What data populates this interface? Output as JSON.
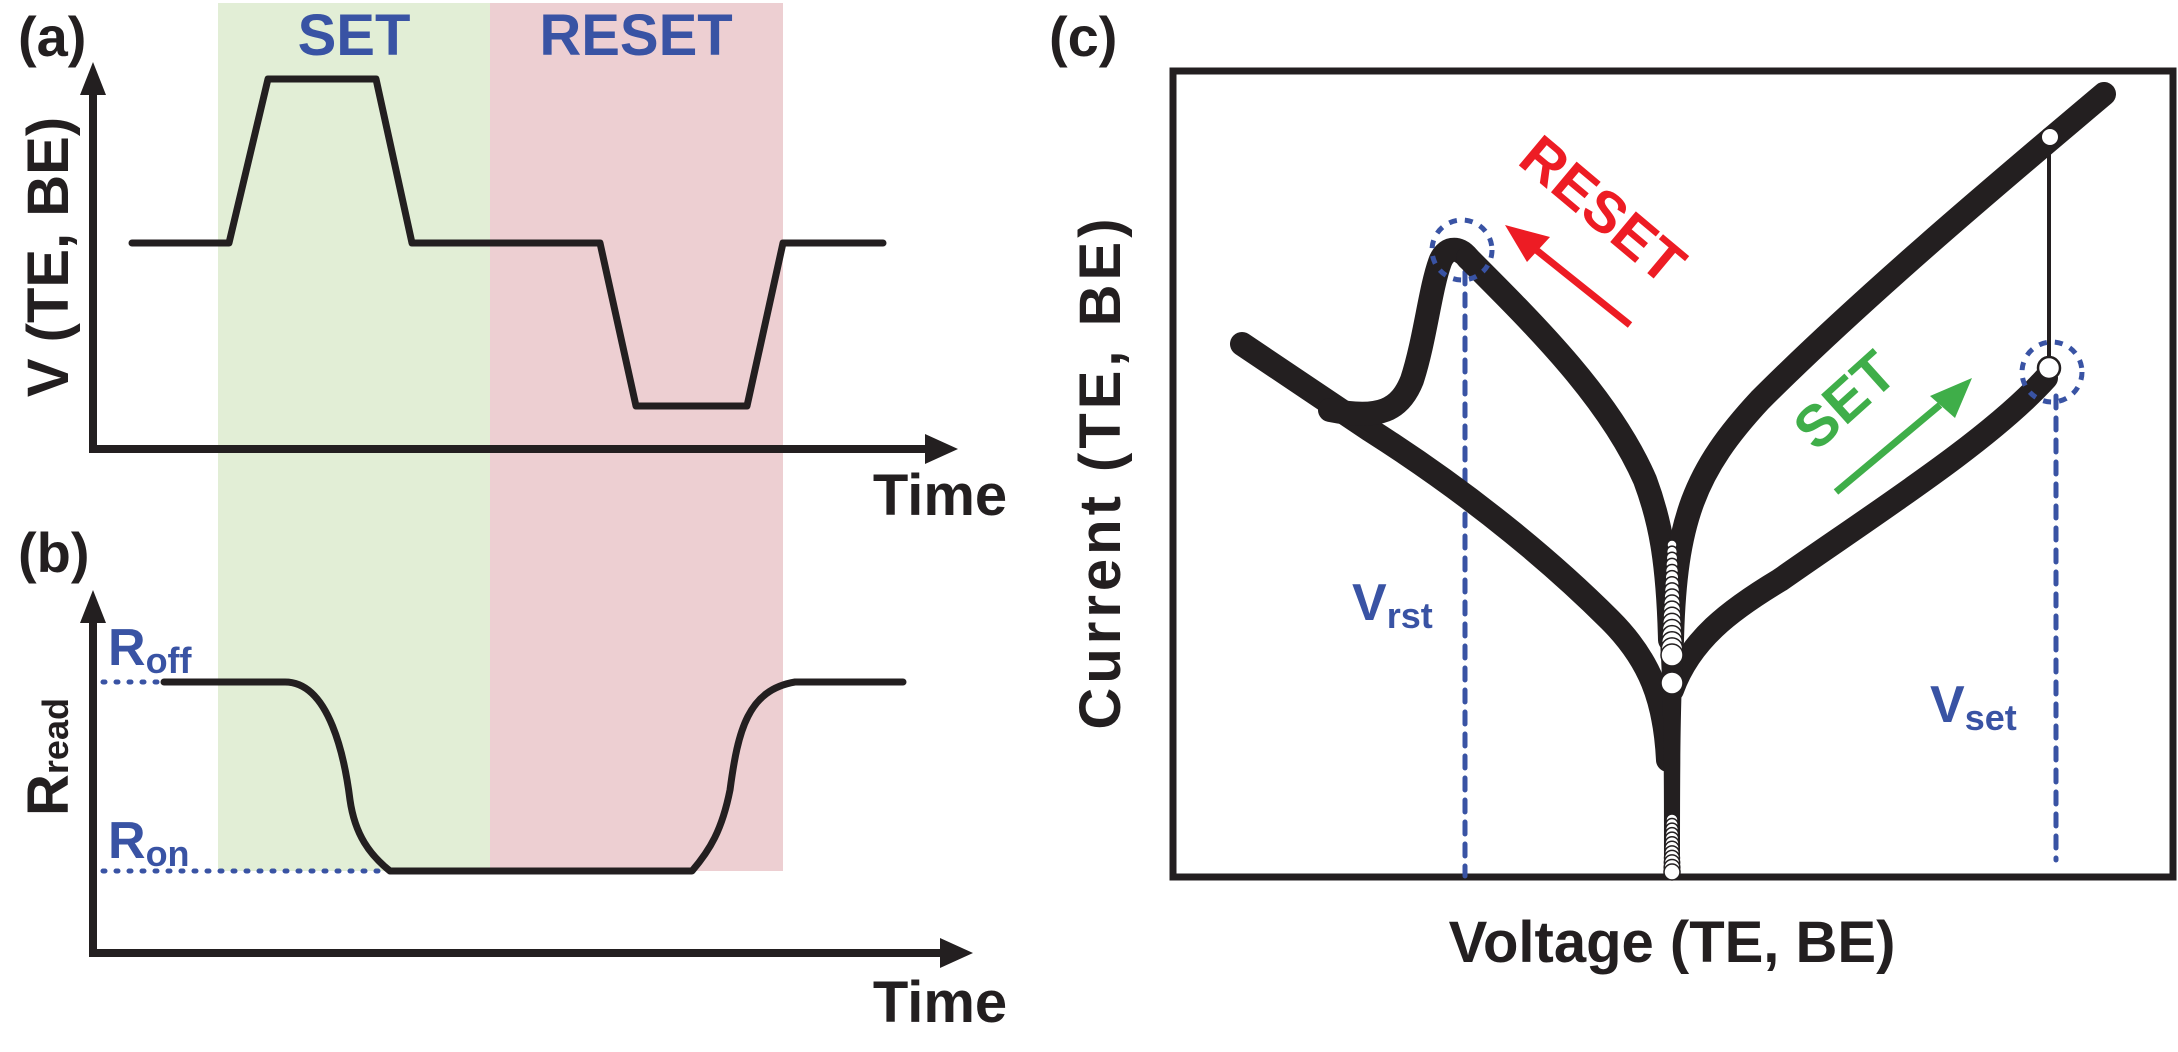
{
  "colors": {
    "set_band": "#e2eed6",
    "reset_band": "#edcfd2",
    "label_blue": "#3953a4",
    "reset_red": "#ed1c24",
    "set_green": "#3fae49",
    "ink": "#231f20"
  },
  "panel_a": {
    "tag": "(a)",
    "ylabel": "V (TE, BE)",
    "xlabel": "Time",
    "phases": [
      {
        "name": "SET",
        "label": "SET"
      },
      {
        "name": "RESET",
        "label": "RESET"
      }
    ],
    "waveform": {
      "description": "positive trapezoidal pulse during SET, negative trapezoidal pulse during RESET",
      "levels": {
        "baseline": 0,
        "set_pulse": 1,
        "reset_pulse": -1
      }
    }
  },
  "panel_b": {
    "tag": "(b)",
    "ylabel_main": "R",
    "ylabel_sub": "read",
    "xlabel": "Time",
    "level_high": {
      "main": "R",
      "sub": "off"
    },
    "level_low": {
      "main": "R",
      "sub": "on"
    },
    "trace": {
      "description": "R_off → R_on during SET, R_on → R_off during RESET"
    }
  },
  "panel_c": {
    "tag": "(c)",
    "ylabel": "Current (TE, BE)",
    "xlabel": "Voltage (TE, BE)",
    "set_arrow_label": "SET",
    "reset_arrow_label": "RESET",
    "v_reset": {
      "main": "V",
      "sub": "rst"
    },
    "v_set": {
      "main": "V",
      "sub": "set"
    }
  }
}
